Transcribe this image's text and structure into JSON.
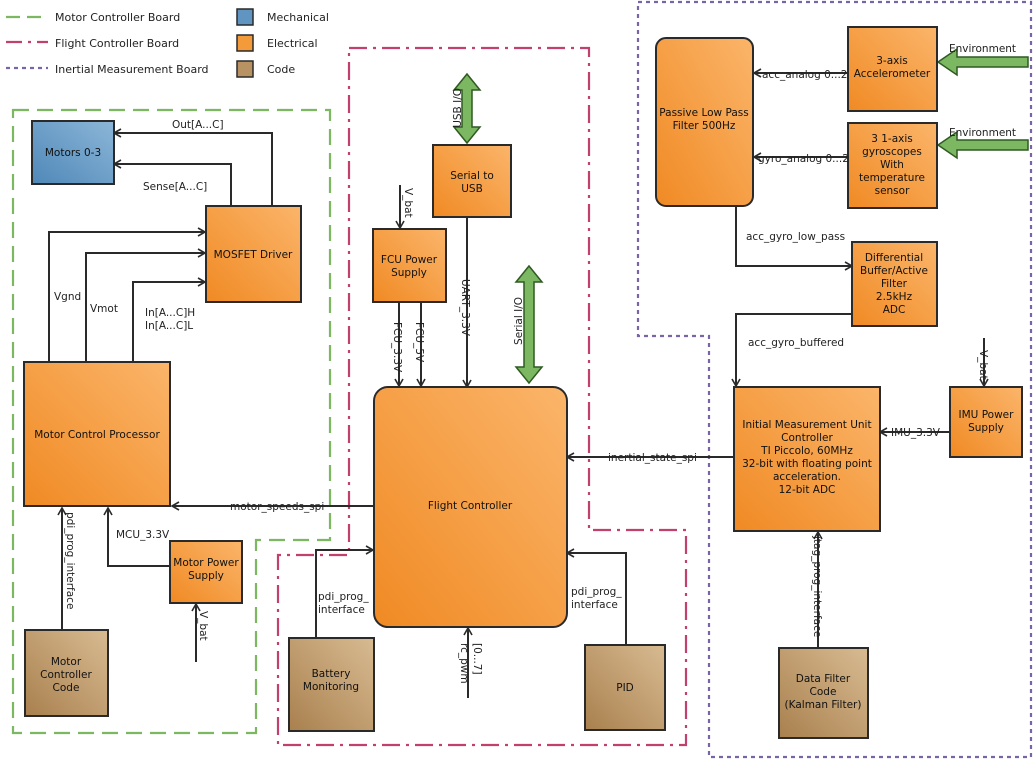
{
  "legend": {
    "boards": [
      {
        "label": "Motor Controller Board",
        "color": "#7cb862"
      },
      {
        "label": "Flight Controller Board",
        "color": "#c2406e"
      },
      {
        "label": "Inertial Measurement Board",
        "color": "#7a64a8"
      }
    ],
    "categories": [
      {
        "label": "Mechanical",
        "color": "#5f95c0"
      },
      {
        "label": "Electrical",
        "color": "#f39a3a"
      },
      {
        "label": "Code",
        "color": "#b89262"
      }
    ]
  },
  "blocks": {
    "motors": [
      "Motors 0-3"
    ],
    "mosfet": [
      "MOSFET Driver"
    ],
    "mcp": [
      "Motor Control Processor"
    ],
    "mps": [
      "Motor Power",
      "Supply"
    ],
    "mcc": [
      "Motor",
      "Controller",
      "Code"
    ],
    "fcu_ps": [
      "FCU Power",
      "Supply"
    ],
    "serial_usb": [
      "Serial to",
      "USB"
    ],
    "fc": [
      "Flight Controller"
    ],
    "battery": [
      "Battery",
      "Monitoring"
    ],
    "pid": [
      "PID"
    ],
    "lpf": [
      "Passive Low Pass",
      "Filter 500Hz"
    ],
    "accel": [
      "3-axis",
      "Accelerometer"
    ],
    "gyro": [
      "3 1-axis",
      "gyroscopes",
      "With",
      "temperature",
      "sensor"
    ],
    "diffbuf": [
      "Differential",
      "Buffer/Active",
      "Filter",
      "2.5kHz",
      "ADC"
    ],
    "imu_ctrl": [
      "Initial Measurement Unit",
      "Controller",
      "TI Piccolo, 60MHz",
      "32-bit with floating point",
      "acceleration.",
      "12-bit ADC"
    ],
    "imu_ps": [
      "IMU Power",
      "Supply"
    ],
    "dfc": [
      "Data Filter",
      "Code",
      "(Kalman Filter)"
    ]
  },
  "signals": {
    "out_ac": "Out[A...C]",
    "sense_ac": "Sense[A...C]",
    "vgnd": "Vgnd",
    "vmot": "Vmot",
    "in_h": "In[A...C]H",
    "in_l": "In[A...C]L",
    "motor_speeds_spi": "motor_speeds_spi",
    "mcu_33v": "MCU_3.3V",
    "pdi_prog_interface": "pdi_prog_interface",
    "v_bat": "V_bat",
    "fcu_33v": "FCU_3.3V",
    "fcu_5v": "FCU_5V",
    "uart_33v": "UART_3.3V",
    "usb_io": "USB I/O",
    "serial_io": "Serial I/O",
    "pdi_prog_split": [
      "pdi_prog_",
      "interface"
    ],
    "rc_pwm": [
      "rc_pwm",
      "[0...7]"
    ],
    "environment": "Environment",
    "acc_analog": "acc_analog 0...2",
    "gyro_analog": "gyro_analog 0...2",
    "acc_gyro_low_pass": "acc_gyro_low_pass",
    "acc_gyro_buffered": "acc_gyro_buffered",
    "imu_33v": "IMU_3.3V",
    "inertial_state_spi": "inertial_state_spi",
    "jtag_prog_interface": "jtag_prog_interface"
  }
}
